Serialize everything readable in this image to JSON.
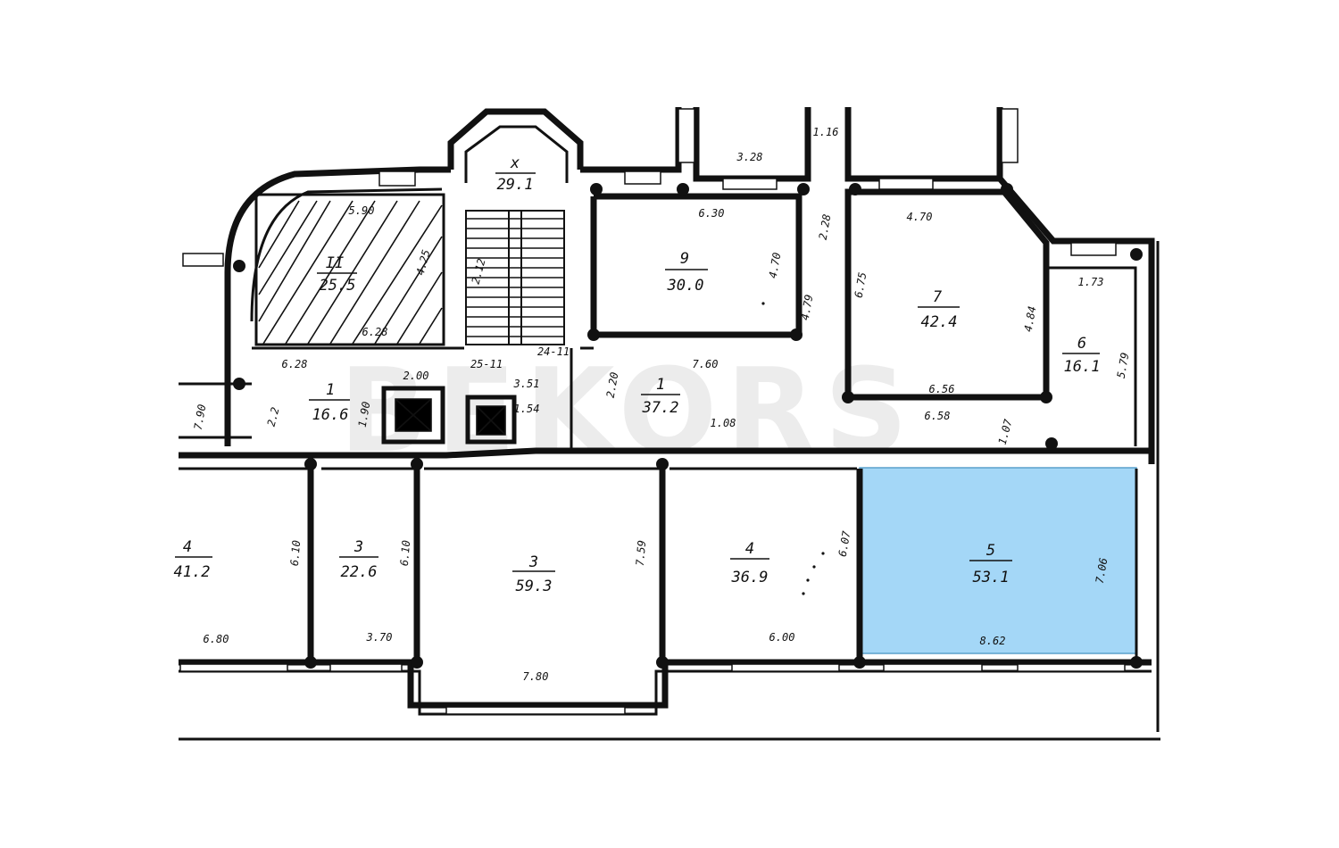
{
  "watermark": "BEKORS",
  "highlight_color": "#a4d7f7",
  "rooms": [
    {
      "id": "stair",
      "number": "x",
      "area": "29.1"
    },
    {
      "id": "hatched",
      "number": "II",
      "area": "25.5"
    },
    {
      "id": "r9",
      "number": "9",
      "area": "30.0"
    },
    {
      "id": "r7",
      "number": "7",
      "area": "42.4"
    },
    {
      "id": "r6",
      "number": "6",
      "area": "16.1"
    },
    {
      "id": "r1-left",
      "number": "1",
      "area": "16.6"
    },
    {
      "id": "r1-center",
      "number": "1",
      "area": "37.2"
    },
    {
      "id": "r4-left",
      "number": "4",
      "area": "41.2"
    },
    {
      "id": "r3-small",
      "number": "3",
      "area": "22.6"
    },
    {
      "id": "r3-big",
      "number": "3",
      "area": "59.3"
    },
    {
      "id": "r4-mid",
      "number": "4",
      "area": "36.9"
    },
    {
      "id": "r5",
      "number": "5",
      "area": "53.1",
      "highlighted": true
    }
  ],
  "dimensions": [
    "5.90",
    "4.25",
    "6.28",
    "6.28",
    "2.00",
    "2.2",
    "7.90",
    "1.90",
    "6.30",
    "4.70",
    "4.79",
    "7.60",
    "3.28",
    "1.16",
    "2.28",
    "4.70",
    "6.75",
    "4.84",
    "6.56",
    "6.58",
    "1.07",
    "1.73",
    "5.79",
    "2.20",
    "1.08",
    "3.51",
    "1.54",
    "25-11",
    "24-11",
    "2.12",
    "6.10",
    "6.10",
    "7.59",
    "6.07",
    "7.06",
    "6.80",
    "3.70",
    "7.80",
    "6.00",
    "8.62"
  ]
}
